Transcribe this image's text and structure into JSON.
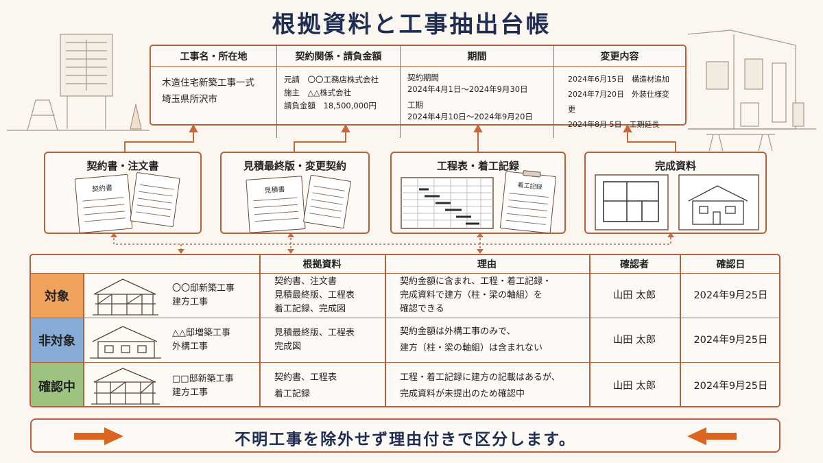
{
  "title": "根拠資料と工事抽出台帳",
  "ledger": {
    "headers": [
      "工事名・所在地",
      "契約関係・請負金額",
      "期間",
      "変更内容"
    ],
    "name_lines": [
      "木造住宅新築工事一式",
      "埼玉県所沢市"
    ],
    "contract_lines": [
      "元請　〇〇工務店株式会社",
      "施主　△△株式会社",
      "請負金額　18,500,000円"
    ],
    "period_lines": [
      "契約期間",
      "2024年4月1日～2024年9月30日",
      "工期",
      "2024年4月10日～2024年9月20日"
    ],
    "changes_lines": [
      "2024年6月15日　構造材追加",
      "2024年7月20日　外装仕様変更",
      "2024年8月 5日　工期延長"
    ]
  },
  "sources": [
    {
      "label": "契約書・注文書",
      "doc_title": "契約書"
    },
    {
      "label": "見積最終版・変更契約",
      "doc_title": "見積書"
    },
    {
      "label": "工程表・着工記録",
      "doc_title": "着工記録"
    },
    {
      "label": "完成資料"
    }
  ],
  "table": {
    "headers": [
      "根拠資料",
      "理由",
      "確認者",
      "確認日"
    ],
    "rows": [
      {
        "category": "対象",
        "color": "#f0a35c",
        "project": [
          "〇〇邸新築工事",
          "建方工事"
        ],
        "evidence": [
          "契約書、注文書",
          "見積最終版、工程表",
          "着工記録、完成図"
        ],
        "reason": [
          "契約金額に含まれ、工程・着工記録・",
          "完成資料で建方（柱・梁の軸組）を",
          "確認できる"
        ],
        "checker": "山田 太郎",
        "date": "2024年9月25日"
      },
      {
        "category": "非対象",
        "color": "#87add6",
        "project": [
          "△△邸増築工事",
          "外構工事"
        ],
        "evidence": [
          "見積最終版、工程表",
          "完成図"
        ],
        "reason": [
          "契約金額は外構工事のみで、",
          "建方（柱・梁の軸組）は含まれない"
        ],
        "checker": "山田 太郎",
        "date": "2024年9月25日"
      },
      {
        "category": "確認中",
        "color": "#9ec27f",
        "project": [
          "□□邸新築工事",
          "建方工事"
        ],
        "evidence": [
          "契約書、工程表",
          "着工記録"
        ],
        "reason": [
          "工程・着工記録に建方の記載はあるが、",
          "完成資料が未提出のため確認中"
        ],
        "checker": "山田 太郎",
        "date": "2024年9月25日"
      }
    ]
  },
  "footer": "不明工事を除外せず理由付きで区分します。",
  "colors": {
    "accent": "#b5623a",
    "title": "#1f2d52",
    "arrow": "#d9651f"
  }
}
